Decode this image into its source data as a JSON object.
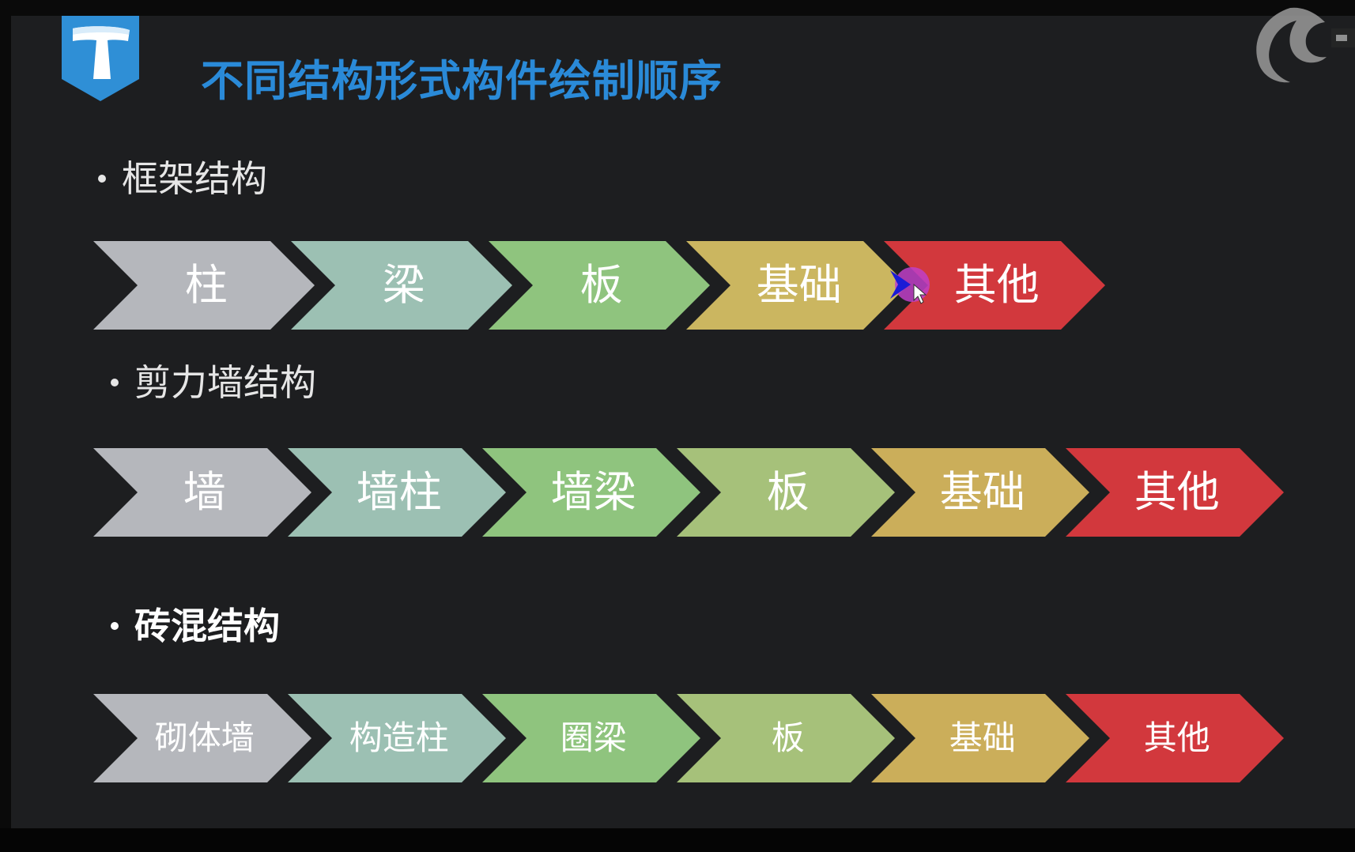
{
  "title": "不同结构形式构件绘制顺序",
  "sections": [
    {
      "heading": "框架结构",
      "steps": [
        "柱",
        "梁",
        "板",
        "基础",
        "其他"
      ]
    },
    {
      "heading": "剪力墙结构",
      "steps": [
        "墙",
        "墙柱",
        "墙梁",
        "板",
        "基础",
        "其他"
      ]
    },
    {
      "heading": "砖混结构",
      "steps": [
        "砌体墙",
        "构造柱",
        "圈梁",
        "板",
        "基础",
        "其他"
      ]
    }
  ],
  "colors": {
    "title": "#2a8ad8",
    "step_fills": [
      "#b5b7bc",
      "#9cc0b3",
      "#8fc47e",
      "#a6c17a",
      "#cbae5a",
      "#d2383d"
    ],
    "frame_fills": [
      "#b5b7bc",
      "#9cc0b3",
      "#8fc47e",
      "#cbb660",
      "#d2383d"
    ]
  },
  "icons": {
    "top_left": "t-shield-logo-icon",
    "top_right": "swirl-brand-logo-icon",
    "pointer": "mouse-pointer-icon"
  }
}
